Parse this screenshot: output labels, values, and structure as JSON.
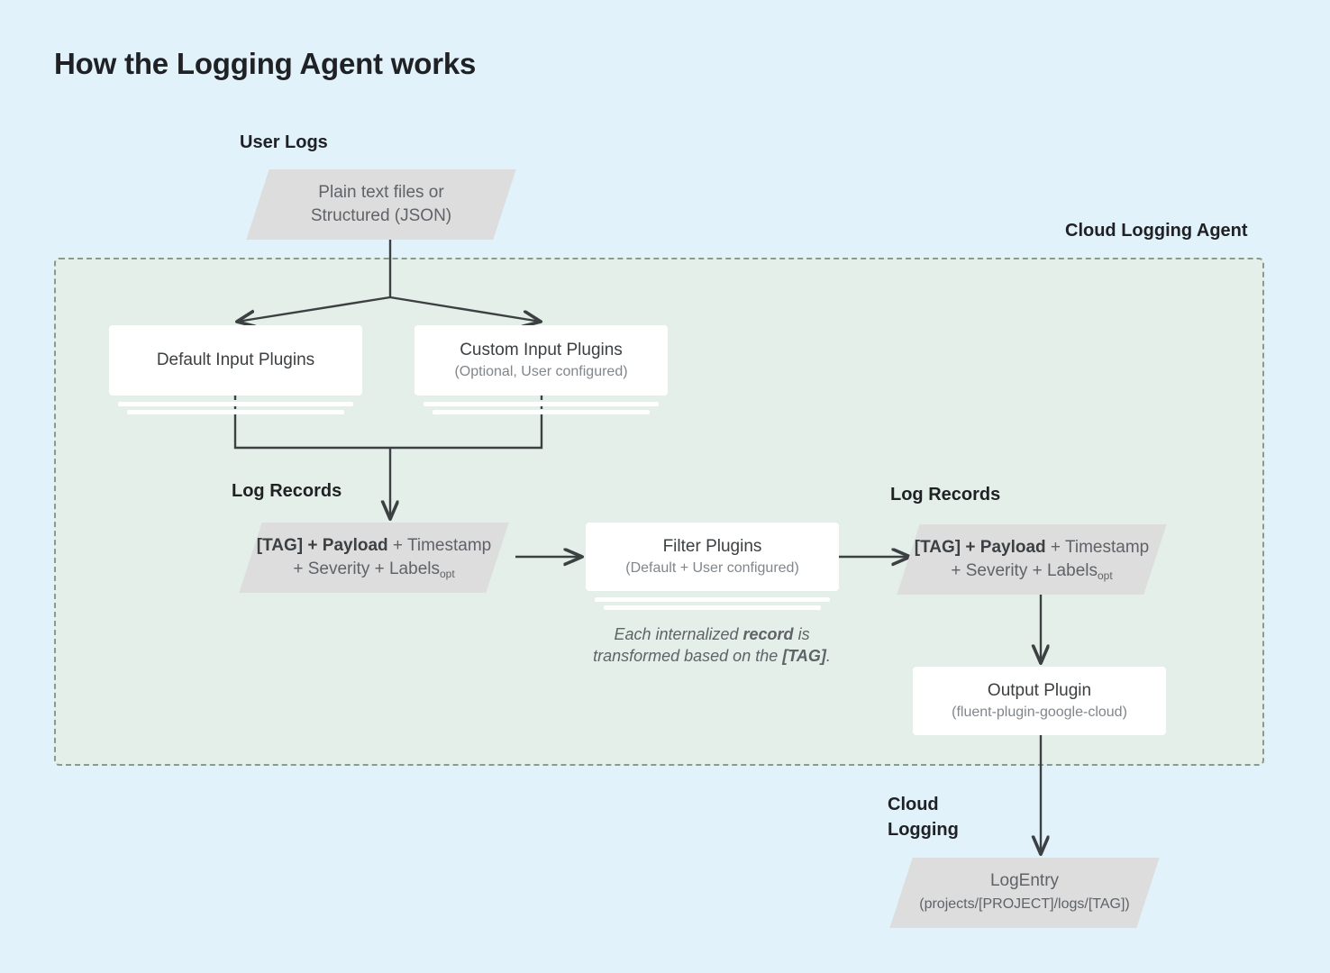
{
  "page": {
    "title": "How the Logging Agent works",
    "background_color": "#e1f2fb"
  },
  "labels": {
    "user_logs": "User Logs",
    "cloud_logging_agent": "Cloud Logging Agent",
    "log_records_left": "Log Records",
    "log_records_right": "Log Records",
    "cloud_logging": "Cloud\nLogging"
  },
  "nodes": {
    "user_logs_source": {
      "shape": "parallelogram",
      "fill": "#dddddd",
      "line1": "Plain text files or",
      "line2": "Structured (JSON)"
    },
    "default_input_plugins": {
      "shape": "card-stack",
      "title": "Default Input Plugins",
      "subtitle": ""
    },
    "custom_input_plugins": {
      "shape": "card-stack",
      "title": "Custom Input Plugins",
      "subtitle": "(Optional, User configured)"
    },
    "log_records_left": {
      "shape": "parallelogram",
      "fill": "#dddddd",
      "line1_a": "[TAG] + Payload",
      "line1_b": " + Timestamp",
      "line2_a": "+ Severity + Labels",
      "line2_sub": "opt"
    },
    "filter_plugins": {
      "shape": "card-stack",
      "title": "Filter Plugins",
      "subtitle": "(Default + User configured)"
    },
    "log_records_right": {
      "shape": "parallelogram",
      "fill": "#dddddd",
      "line1_a": "[TAG] + Payload",
      "line1_b": " + Timestamp",
      "line2_a": "+ Severity + Labels",
      "line2_sub": "opt"
    },
    "output_plugin": {
      "shape": "card",
      "title": "Output Plugin",
      "subtitle": "(fluent-plugin-google-cloud)"
    },
    "log_entry": {
      "shape": "parallelogram",
      "fill": "#dddddd",
      "line1": "LogEntry",
      "line2": "(projects/[PROJECT]/logs/[TAG])"
    }
  },
  "caption": {
    "part1": "Each internalized ",
    "bold1": "record",
    "part2": " is transformed based on the ",
    "bold2": "[TAG]",
    "part3": "."
  },
  "colors": {
    "canvas": "#e1f2fb",
    "agent_region": "#e3efe8",
    "agent_border": "#8a9a92",
    "parallelogram": "#dddddd",
    "card": "#ffffff",
    "text_dark": "#202124",
    "text_body": "#3c4043",
    "text_muted": "#5f6368",
    "text_light": "#80868b",
    "connector": "#3c4043"
  }
}
